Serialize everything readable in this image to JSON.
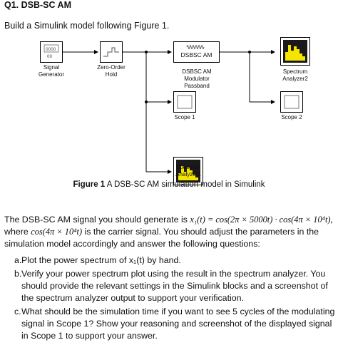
{
  "question": {
    "title": "Q1. DSB-SC AM",
    "intro": "Build a Simulink model following Figure 1."
  },
  "diagram": {
    "blocks": {
      "signal_generator": "Signal\nGenerator",
      "zoh": "Zero-Order\nHold",
      "dsbsc_am": "DSBSC AM",
      "modulator": "DSBSC AM\nModulator\nPassband",
      "scope1": "Scope 1",
      "scope2": "Scope 2",
      "spectrum_analyzer1": "Spectrum\nAnalyzer1",
      "spectrum_analyzer2": "Spectrum\nAnalyzer2"
    },
    "colors": {
      "spectrum_fill": "#f5e600",
      "spectrum_bg": "#1a1a1a"
    }
  },
  "caption": {
    "label": "Figure 1",
    "text": " A DSB-SC AM simulation model in Simulink"
  },
  "paragraph": {
    "lead": "The DSB-SC AM signal you should generate is ",
    "signal_eq": "x₁(t) = cos(2π × 5000t) · cos(4π × 10⁴t),",
    "mid1": "where ",
    "carrier_eq": "cos(4π × 10⁴t)",
    "rest": " is the carrier signal. You should adjust the parameters in the simulation model accordingly and answer the following questions:"
  },
  "questions": [
    {
      "marker": "a.",
      "text": "Plot the power spectrum of x₁(t) by hand."
    },
    {
      "marker": "b.",
      "text": "Verify your power spectrum plot using the result in the spectrum analyzer. You should provide the relevant settings in the Simulink blocks and a screenshot of the spectrum analyzer output to support your verification."
    },
    {
      "marker": "c.",
      "text": "What should be the simulation time if you want to see 5 cycles of the modulating signal in Scope 1? Show your reasoning and screenshot of the displayed signal in Scope 1 to support your answer."
    }
  ]
}
